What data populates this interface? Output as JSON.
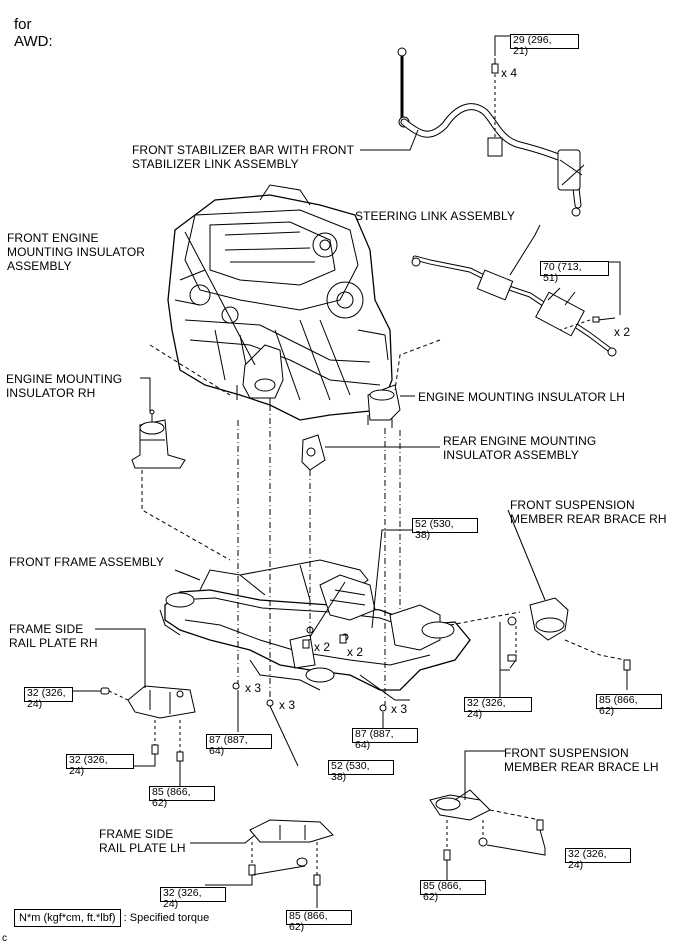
{
  "header": {
    "line1": "for",
    "line2": "AWD:"
  },
  "parts": {
    "front_stabilizer": "FRONT STABILIZER BAR WITH FRONT\nSTABILIZER LINK ASSEMBLY",
    "steering_link": "STEERING LINK ASSEMBLY",
    "front_engine_mount": "FRONT ENGINE\nMOUNTING INSULATOR\nASSEMBLY",
    "engine_mount_rh": "ENGINE MOUNTING\nINSULATOR RH",
    "engine_mount_lh": "ENGINE MOUNTING INSULATOR LH",
    "rear_engine_mount": "REAR ENGINE MOUNTING\nINSULATOR ASSEMBLY",
    "front_susp_brace_rh": "FRONT SUSPENSION\nMEMBER REAR BRACE RH",
    "front_frame": "FRONT FRAME ASSEMBLY",
    "frame_rail_rh": "FRAME SIDE\nRAIL PLATE RH",
    "front_susp_brace_lh": "FRONT SUSPENSION\nMEMBER REAR BRACE LH",
    "frame_rail_lh": "FRAME SIDE\nRAIL PLATE LH"
  },
  "torques": [
    {
      "id": "t29",
      "text": "29 (296,\n21)"
    },
    {
      "id": "t70",
      "text": "70 (713,\n51)"
    },
    {
      "id": "t52a",
      "text": "52 (530,\n38)"
    },
    {
      "id": "t32a",
      "text": "32 (326,\n24)"
    },
    {
      "id": "t32b",
      "text": "32 (326,\n24)"
    },
    {
      "id": "t85a",
      "text": "85 (866,\n62)"
    },
    {
      "id": "t87a",
      "text": "87 (887,\n64)"
    },
    {
      "id": "t52b",
      "text": "52 (530,\n38)"
    },
    {
      "id": "t87b",
      "text": "87 (887,\n64)"
    },
    {
      "id": "t32c",
      "text": "32 (326,\n24)"
    },
    {
      "id": "t85b",
      "text": "85 (866,\n62)"
    },
    {
      "id": "t32d",
      "text": "32 (326,\n24)"
    },
    {
      "id": "t85c",
      "text": "85 (866,\n62)"
    },
    {
      "id": "t32e",
      "text": "32 (326,\n24)"
    },
    {
      "id": "t85d",
      "text": "85 (866,\n62)"
    }
  ],
  "quantities": {
    "q_x4": "x 4",
    "q_x2_steer": "x 2",
    "q_x2_a": "x 2",
    "q_x2_b": "x 2",
    "q_x3_a": "x 3",
    "q_x3_b": "x 3",
    "q_x3_c": "x 3"
  },
  "legend": {
    "box": "N*m (kgf*cm, ft.*lbf)",
    "text": ": Specified torque"
  },
  "corner": "c",
  "icons": [
    "bolt-icon",
    "nut-icon",
    "engine-illustration",
    "frame-illustration"
  ]
}
